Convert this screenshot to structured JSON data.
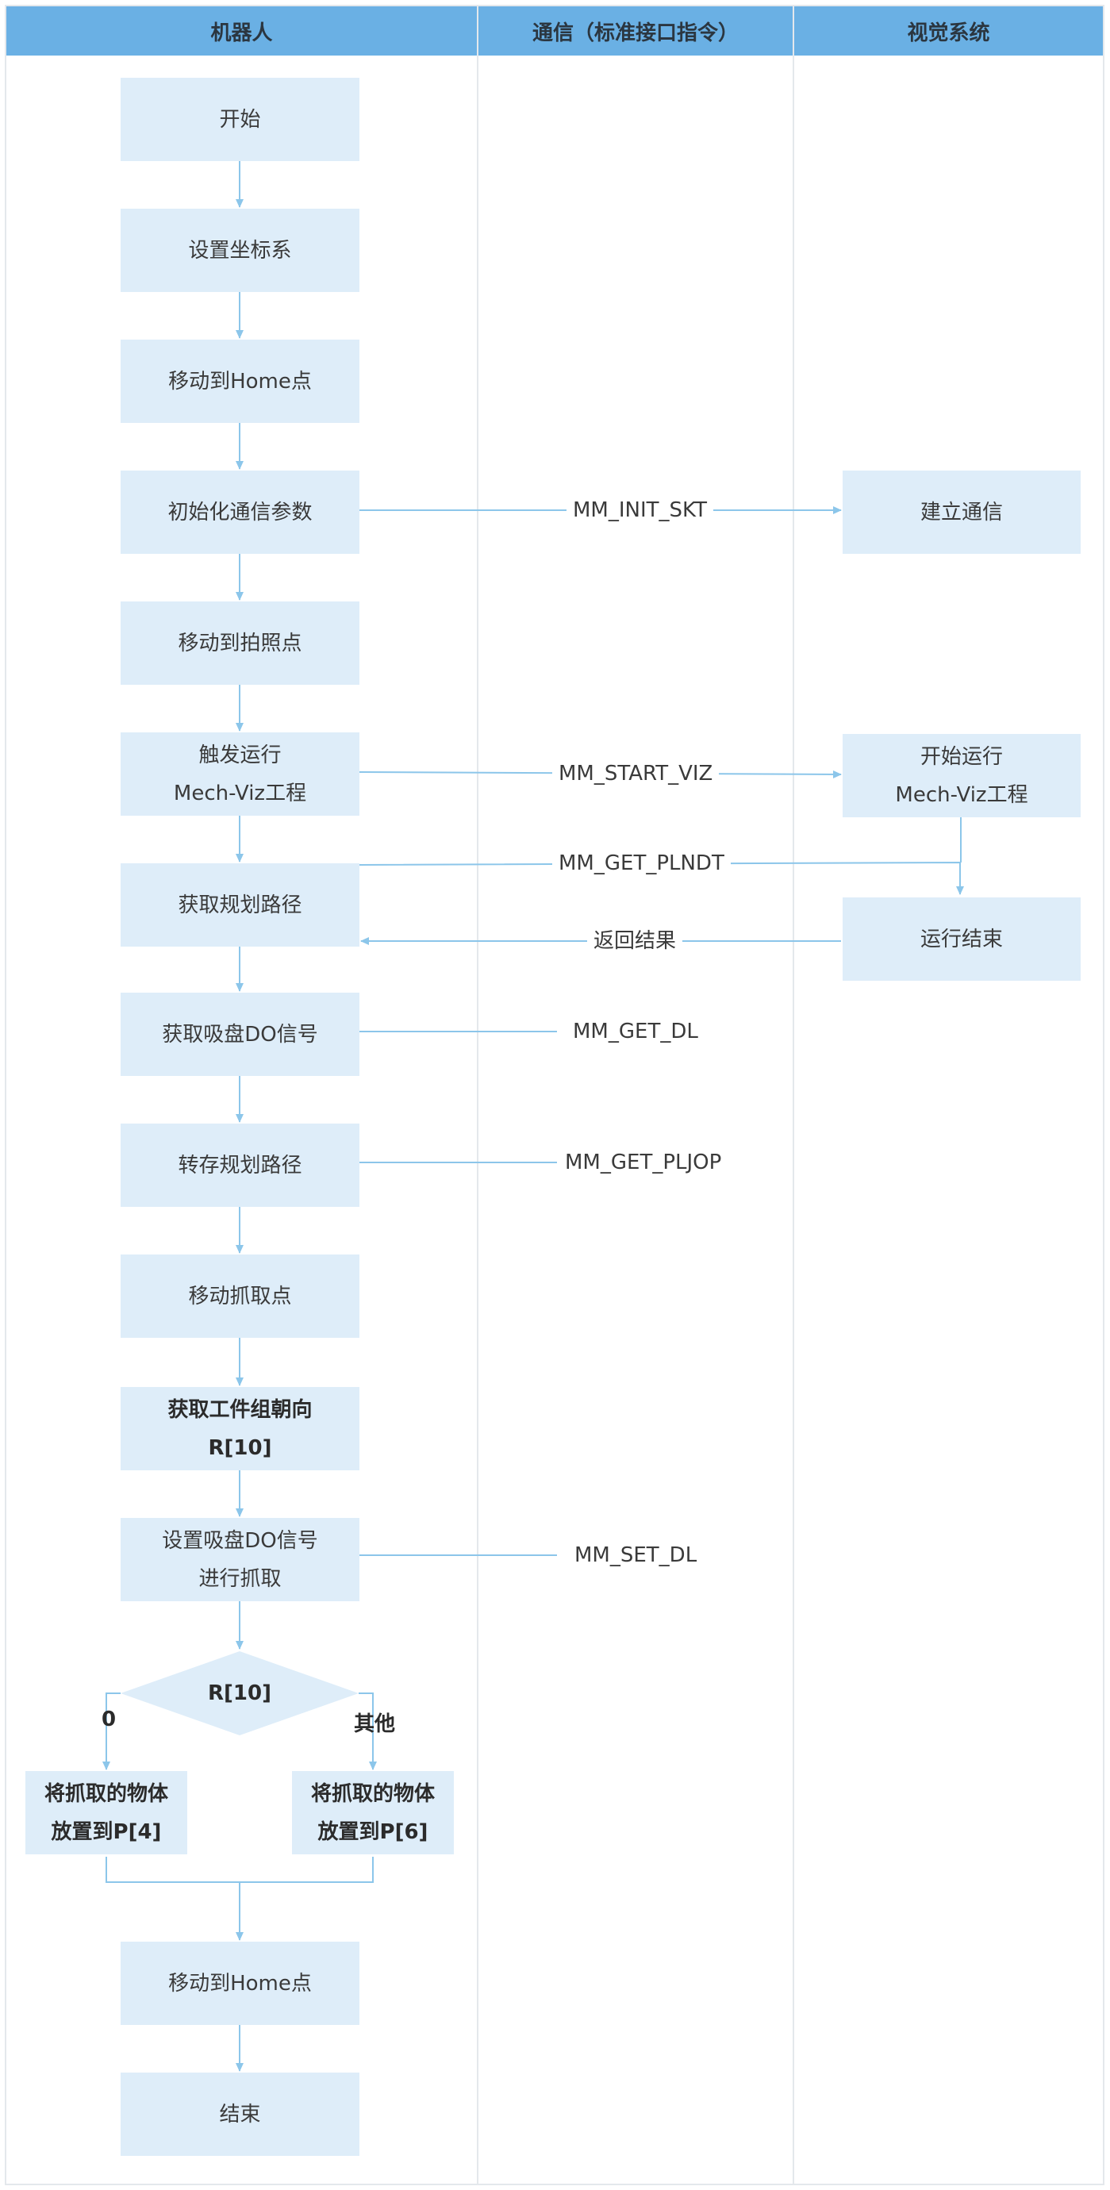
{
  "headers": {
    "robot": "机器人",
    "comm": "通信（标准接口指令）",
    "vision": "视觉系统"
  },
  "robot_steps": {
    "start": "开始",
    "set_coord": "设置坐标系",
    "move_home": "移动到Home点",
    "init_comm": "初始化通信参数",
    "move_photo": "移动到拍照点",
    "trigger_line1": "触发运行",
    "trigger_line2": "Mech-Viz工程",
    "get_path": "获取规划路径",
    "get_do": "获取吸盘DO信号",
    "save_path": "转存规划路径",
    "move_pick": "移动抓取点",
    "get_orient_line1": "获取工件组朝向",
    "get_orient_line2": "R[10]",
    "set_do_line1": "设置吸盘DO信号",
    "set_do_line2": "进行抓取",
    "decision": "R[10]",
    "place_p4_line1": "将抓取的物体",
    "place_p4_line2": "放置到P[4]",
    "place_p6_line1": "将抓取的物体",
    "place_p6_line2": "放置到P[6]",
    "move_home_end": "移动到Home点",
    "end": "结束"
  },
  "branches": {
    "zero": "0",
    "other": "其他"
  },
  "comm_commands": {
    "init_skt": "MM_INIT_SKT",
    "start_viz": "MM_START_VIZ",
    "get_plndt": "MM_GET_PLNDT",
    "return_result": "返回结果",
    "get_dl": "MM_GET_DL",
    "get_pljop": "MM_GET_PLJOP",
    "set_dl": "MM_SET_DL"
  },
  "vision_steps": {
    "establish": "建立通信",
    "start_run_line1": "开始运行",
    "start_run_line2": "Mech-Viz工程",
    "run_end": "运行结束"
  },
  "colors": {
    "header_bg": "#6ab0e4",
    "node_bg": "#deedf9",
    "arrow": "#8cc6ea",
    "divider": "#e4e8ec"
  }
}
